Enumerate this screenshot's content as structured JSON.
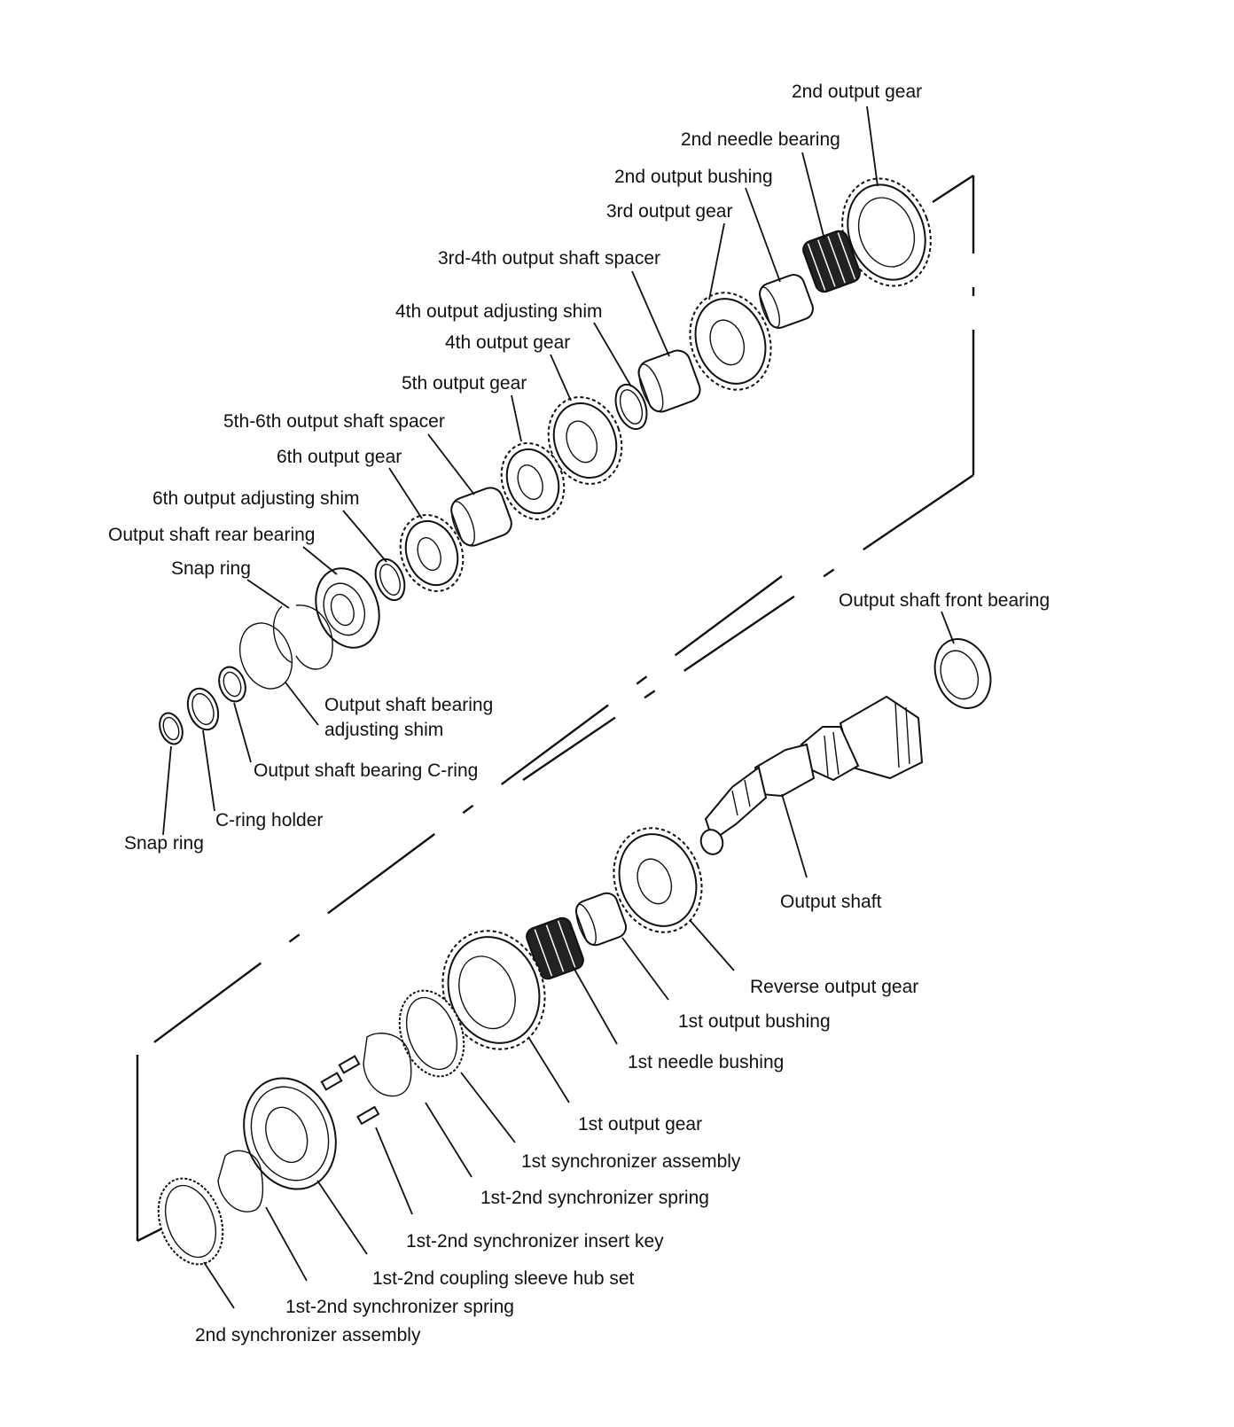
{
  "labels": {
    "second_output_gear": "2nd output gear",
    "second_needle_bearing": "2nd needle bearing",
    "second_output_bushing": "2nd output bushing",
    "third_output_gear": "3rd output gear",
    "third_fourth_spacer": "3rd-4th output shaft spacer",
    "fourth_adjusting_shim": "4th output adjusting shim",
    "fourth_output_gear": "4th output gear",
    "fifth_output_gear": "5th output gear",
    "fifth_sixth_spacer": "5th-6th output shaft spacer",
    "sixth_output_gear": "6th output gear",
    "sixth_adjusting_shim": "6th output adjusting shim",
    "rear_bearing": "Output shaft rear bearing",
    "snap_ring_upper": "Snap ring",
    "bearing_adjusting_shim_line1": "Output shaft bearing",
    "bearing_adjusting_shim_line2": "adjusting shim",
    "bearing_c_ring": "Output shaft bearing C-ring",
    "c_ring_holder": "C-ring holder",
    "snap_ring_lower": "Snap ring",
    "front_bearing": "Output shaft front bearing",
    "output_shaft": "Output shaft",
    "reverse_output_gear": "Reverse output gear",
    "first_output_bushing": "1st output bushing",
    "first_needle_bushing": "1st needle bushing",
    "first_output_gear": "1st output gear",
    "first_synchronizer_assembly": "1st synchronizer assembly",
    "first_second_sync_spring_upper": "1st-2nd synchronizer spring",
    "first_second_insert_key": "1st-2nd synchronizer insert key",
    "first_second_sleeve_hub": "1st-2nd coupling sleeve hub set",
    "first_second_sync_spring_lower": "1st-2nd synchronizer spring",
    "second_synchronizer_assembly": "2nd synchronizer assembly"
  }
}
